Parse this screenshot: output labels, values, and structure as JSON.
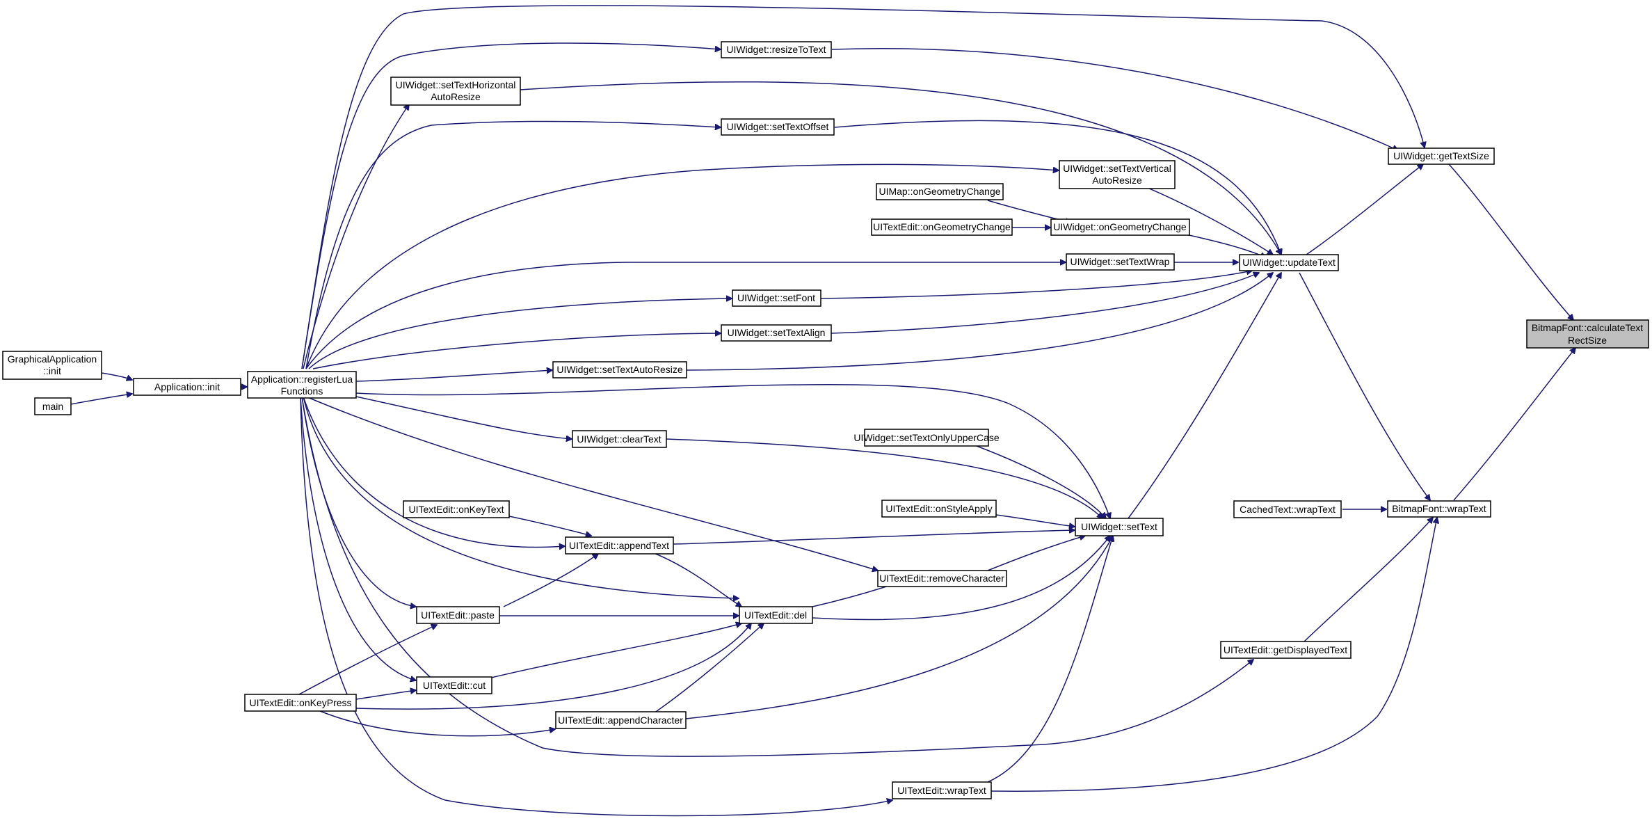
{
  "colors": {
    "edge": "#191970",
    "node_fill": "#ffffff",
    "focus_fill": "#bfbfbf",
    "border": "#000000"
  },
  "nodes": {
    "calcTextRectSize": {
      "lines": [
        "BitmapFont::calculateText",
        "RectSize"
      ]
    },
    "getTextSize": {
      "lines": [
        "UIWidget::getTextSize"
      ]
    },
    "bitmapWrapText": {
      "lines": [
        "BitmapFont::wrapText"
      ]
    },
    "resizeToText": {
      "lines": [
        "UIWidget::resizeToText"
      ]
    },
    "updateText": {
      "lines": [
        "UIWidget::updateText"
      ]
    },
    "registerLua": {
      "lines": [
        "Application::registerLua",
        "Functions"
      ]
    },
    "appInit": {
      "lines": [
        "Application::init"
      ]
    },
    "graphicalInit": {
      "lines": [
        "GraphicalApplication",
        "::init"
      ]
    },
    "main": {
      "lines": [
        "main"
      ]
    },
    "setTextHAuto": {
      "lines": [
        "UIWidget::setTextHorizontal",
        "AutoResize"
      ]
    },
    "setTextOffset": {
      "lines": [
        "UIWidget::setTextOffset"
      ]
    },
    "setTextVAuto": {
      "lines": [
        "UIWidget::setTextVertical",
        "AutoResize"
      ]
    },
    "widgetOnGeom": {
      "lines": [
        "UIWidget::onGeometryChange"
      ]
    },
    "mapOnGeom": {
      "lines": [
        "UIMap::onGeometryChange"
      ]
    },
    "editOnGeom": {
      "lines": [
        "UITextEdit::onGeometryChange"
      ]
    },
    "setTextWrap": {
      "lines": [
        "UIWidget::setTextWrap"
      ]
    },
    "setFont": {
      "lines": [
        "UIWidget::setFont"
      ]
    },
    "setTextAlign": {
      "lines": [
        "UIWidget::setTextAlign"
      ]
    },
    "setTextAutoResize": {
      "lines": [
        "UIWidget::setTextAutoResize"
      ]
    },
    "setText": {
      "lines": [
        "UIWidget::setText"
      ]
    },
    "clearText": {
      "lines": [
        "UIWidget::clearText"
      ]
    },
    "setTextOnlyUpper": {
      "lines": [
        "UIWidget::setTextOnlyUpperCase"
      ]
    },
    "onStyleApply": {
      "lines": [
        "UITextEdit::onStyleApply"
      ]
    },
    "removeCharacter": {
      "lines": [
        "UITextEdit::removeCharacter"
      ]
    },
    "del": {
      "lines": [
        "UITextEdit::del"
      ]
    },
    "onKeyText": {
      "lines": [
        "UITextEdit::onKeyText"
      ]
    },
    "appendText": {
      "lines": [
        "UITextEdit::appendText"
      ]
    },
    "paste": {
      "lines": [
        "UITextEdit::paste"
      ]
    },
    "cut": {
      "lines": [
        "UITextEdit::cut"
      ]
    },
    "onKeyPress": {
      "lines": [
        "UITextEdit::onKeyPress"
      ]
    },
    "appendCharacter": {
      "lines": [
        "UITextEdit::appendCharacter"
      ]
    },
    "editWrapText": {
      "lines": [
        "UITextEdit::wrapText"
      ]
    },
    "getDisplayedText": {
      "lines": [
        "UITextEdit::getDisplayedText"
      ]
    },
    "cachedWrapText": {
      "lines": [
        "CachedText::wrapText"
      ]
    }
  }
}
